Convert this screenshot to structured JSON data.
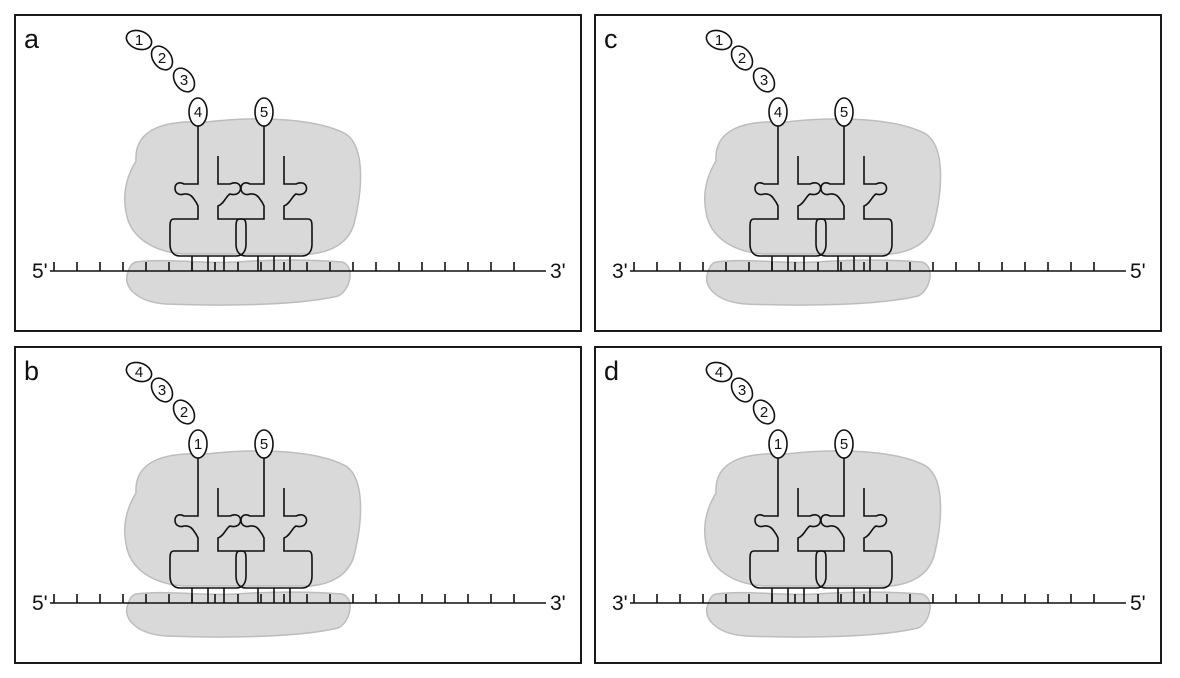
{
  "panels": [
    {
      "id": "a",
      "label": "a",
      "left_end": "5'",
      "right_end": "3'",
      "chain": [
        "1",
        "2",
        "3",
        "4"
      ],
      "incoming": "5"
    },
    {
      "id": "c",
      "label": "c",
      "left_end": "3'",
      "right_end": "5'",
      "chain": [
        "1",
        "2",
        "3",
        "4"
      ],
      "incoming": "5"
    },
    {
      "id": "b",
      "label": "b",
      "left_end": "5'",
      "right_end": "3'",
      "chain": [
        "4",
        "3",
        "2",
        "1"
      ],
      "incoming": "5"
    },
    {
      "id": "d",
      "label": "d",
      "left_end": "3'",
      "right_end": "5'",
      "chain": [
        "4",
        "3",
        "2",
        "1"
      ],
      "incoming": "5"
    }
  ],
  "colors": {
    "ribosome": "#d9d9d9",
    "ribosome_edge": "#bdbdbd",
    "line": "#111111",
    "border": "#1a1a1a"
  }
}
